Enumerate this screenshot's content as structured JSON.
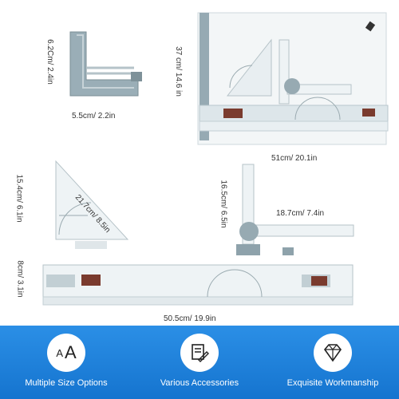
{
  "dimensions": {
    "clamp_height": "6.2Cm/ 2.4in",
    "clamp_width": "5.5cm/ 2.2in",
    "board_height": "37 cm/ 14.6 in",
    "board_width": "51cm/ 20.1in",
    "triangle_height": "15.4cm/ 6.1in",
    "triangle_hyp": "21.7cm/ 8.5in",
    "square_height": "16.5cm/ 6.5in",
    "square_width": "18.7cm/ 7.4in",
    "ruler_height": "8cm/ 3.1in",
    "ruler_width": "50.5cm/ 19.9in"
  },
  "features": [
    {
      "label": "Multiple Size Options",
      "icon": "aa-letters-icon"
    },
    {
      "label": "Various Accessories",
      "icon": "document-ruler-icon"
    },
    {
      "label": "Exquisite Workmanship",
      "icon": "diamond-icon"
    }
  ],
  "icon_text": {
    "small_a": "A",
    "big_a": "A"
  },
  "colors": {
    "bar": "#1a7fdc",
    "grey_part": "#8fa3ad",
    "red_slider": "#7a3b2e"
  }
}
